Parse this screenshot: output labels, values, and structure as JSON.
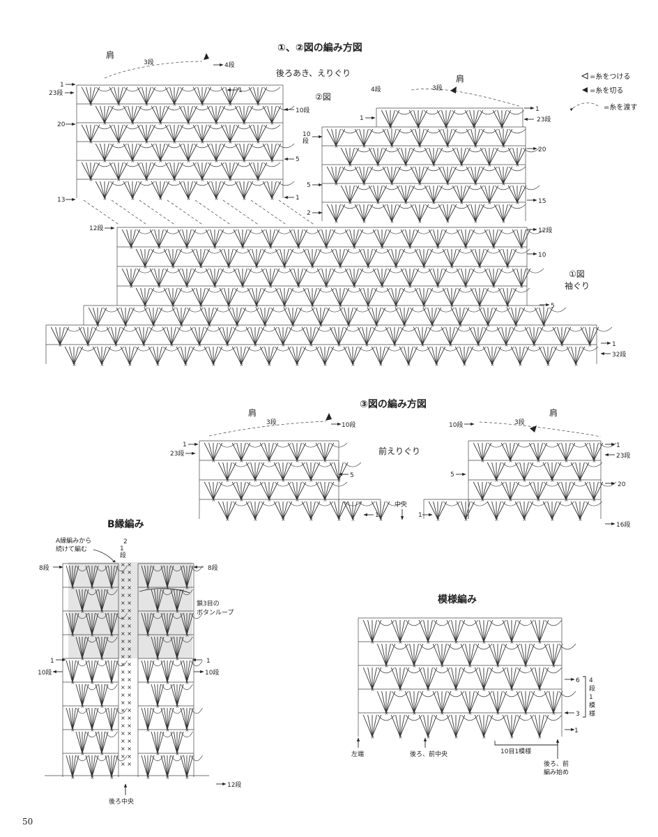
{
  "page_number": "50",
  "legend": {
    "attach": "=糸をつける",
    "cut": "=糸を切る",
    "pass": "=糸を渡す"
  },
  "chart12": {
    "title": "①、②図の編み方図",
    "shoulder_left": "肩",
    "shoulder_right": "肩",
    "back_neck": "後ろあき、えりぐり",
    "fig2": "②図",
    "fig1": "①図",
    "armhole": "袖ぐり",
    "rows_left": [
      "1",
      "23段",
      "20",
      "13"
    ],
    "rows_right_inner": [
      "10段",
      "5",
      "1"
    ],
    "rows_main": [
      "12段",
      "→1",
      "→5",
      "→10",
      "→12段",
      "→15",
      "→20",
      "→23段",
      "→1",
      "32段",
      "→1"
    ],
    "top_marks": [
      "3段",
      "4段",
      "4段",
      "3段"
    ]
  },
  "chart3": {
    "title": "③図の編み方図",
    "shoulder_left": "肩",
    "shoulder_right": "肩",
    "front_neck": "前えりぐり",
    "center": "中央",
    "rows": [
      "1",
      "23段",
      "5",
      "1",
      "3段",
      "10段",
      "10段",
      "3段",
      "1",
      "23段",
      "20",
      "16段",
      "5",
      "1"
    ]
  },
  "b_edge": {
    "title": "B縁編み",
    "note_line1": "A縁編みから",
    "note_line2": "続けて編む",
    "loop_line1": "鎖3目の",
    "loop_line2": "ボタンループ",
    "center_back": "後ろ中央",
    "rows": [
      "8段",
      "8段",
      "1",
      "1",
      "10段",
      "10段",
      "12段"
    ],
    "top_nums": [
      "2",
      "1",
      "段"
    ]
  },
  "pattern": {
    "title": "模様編み",
    "left_end": "左端",
    "back_front_center": "後ろ、前中央",
    "repeat": "10目1模様",
    "start_line1": "後ろ、前",
    "start_line2": "編み始め",
    "side_rows": [
      "6",
      "3",
      "1"
    ],
    "side_repeat_lines": [
      "4",
      "段",
      "1",
      "模",
      "様"
    ]
  }
}
